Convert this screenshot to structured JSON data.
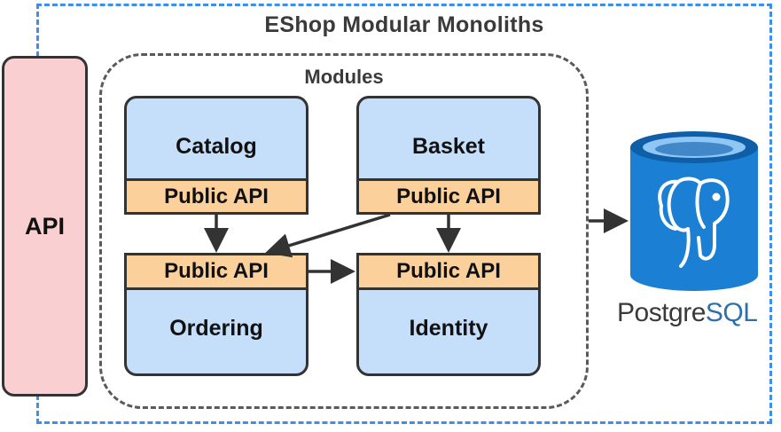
{
  "title": "EShop Modular Monoliths",
  "api": {
    "label": "API"
  },
  "modules": {
    "title": "Modules",
    "items": [
      {
        "name": "Catalog",
        "public_api": "Public API"
      },
      {
        "name": "Basket",
        "public_api": "Public API"
      },
      {
        "name": "Ordering",
        "public_api": "Public API"
      },
      {
        "name": "Identity",
        "public_api": "Public API"
      }
    ]
  },
  "database": {
    "label_main": "Postgre",
    "label_accent": "SQL",
    "icon": "postgresql-elephant-icon"
  },
  "colors": {
    "outer_border": "#3d8fe8",
    "api_fill": "#f9cfd1",
    "module_fill": "#c5def9",
    "public_api_fill": "#fcd09a",
    "db_blue": "#1b7fd3",
    "db_dark": "#0f5ea8"
  }
}
